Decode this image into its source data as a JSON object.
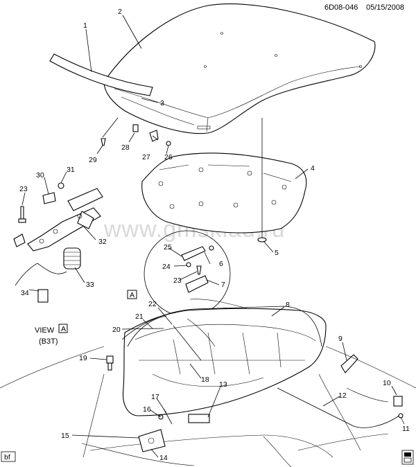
{
  "header": {
    "diagram_id": "6D08-046",
    "date": "05/15/2008"
  },
  "watermark": "www.gmsklad.ru",
  "view": {
    "label": "VIEW",
    "letter": "A",
    "code": "(B3T)"
  },
  "corner_tag": "bf",
  "callouts": [
    {
      "id": "c1",
      "text": "1"
    },
    {
      "id": "c2",
      "text": "2"
    },
    {
      "id": "c3",
      "text": "3"
    },
    {
      "id": "c4",
      "text": "4"
    },
    {
      "id": "c5",
      "text": "5"
    },
    {
      "id": "c6",
      "text": "6"
    },
    {
      "id": "c7",
      "text": "7"
    },
    {
      "id": "c8",
      "text": "8"
    },
    {
      "id": "c9",
      "text": "9"
    },
    {
      "id": "c10",
      "text": "10"
    },
    {
      "id": "c11",
      "text": "11"
    },
    {
      "id": "c12",
      "text": "12"
    },
    {
      "id": "c13",
      "text": "13"
    },
    {
      "id": "c14",
      "text": "14"
    },
    {
      "id": "c15",
      "text": "15"
    },
    {
      "id": "c16",
      "text": "16"
    },
    {
      "id": "c17",
      "text": "17"
    },
    {
      "id": "c18",
      "text": "18"
    },
    {
      "id": "c19",
      "text": "19"
    },
    {
      "id": "c20",
      "text": "20"
    },
    {
      "id": "c21",
      "text": "21"
    },
    {
      "id": "c22",
      "text": "22"
    },
    {
      "id": "c23a",
      "text": "23"
    },
    {
      "id": "c23b",
      "text": "23"
    },
    {
      "id": "c24",
      "text": "24"
    },
    {
      "id": "c25",
      "text": "25"
    },
    {
      "id": "c26",
      "text": "26"
    },
    {
      "id": "c27",
      "text": "27"
    },
    {
      "id": "c28",
      "text": "28"
    },
    {
      "id": "c29",
      "text": "29"
    },
    {
      "id": "c30",
      "text": "30"
    },
    {
      "id": "c31",
      "text": "31"
    },
    {
      "id": "c32",
      "text": "32"
    },
    {
      "id": "c33",
      "text": "33"
    },
    {
      "id": "c34",
      "text": "34"
    }
  ],
  "detail_marker": "A"
}
